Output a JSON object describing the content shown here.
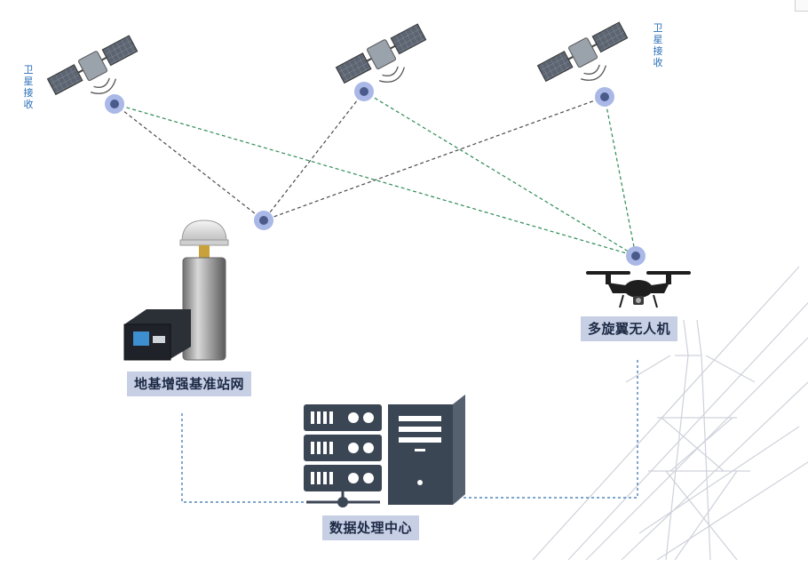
{
  "labels": {
    "satellite_receive_left": "卫星接收",
    "satellite_receive_right": "卫星接收",
    "base_station": "地基增强基准站网",
    "uav": "多旋翼无人机",
    "data_center": "数据处理中心"
  },
  "icons": {
    "satellite": "satellite-icon",
    "receiver": "gnss-receiver-icon",
    "antenna": "gnss-antenna-icon",
    "drone": "drone-icon",
    "server": "server-rack-icon",
    "computer": "computer-tower-icon",
    "tower": "power-tower-icon"
  },
  "colors": {
    "node_ring": "#a9b8e6",
    "node_core": "#4a5a8a",
    "gnss_link": "#4a4a4a",
    "rtk_link": "#2e8b57",
    "data_link": "#2f6fb5",
    "label_bg": "#c7cfe5",
    "icon_dark": "#3b4654"
  }
}
